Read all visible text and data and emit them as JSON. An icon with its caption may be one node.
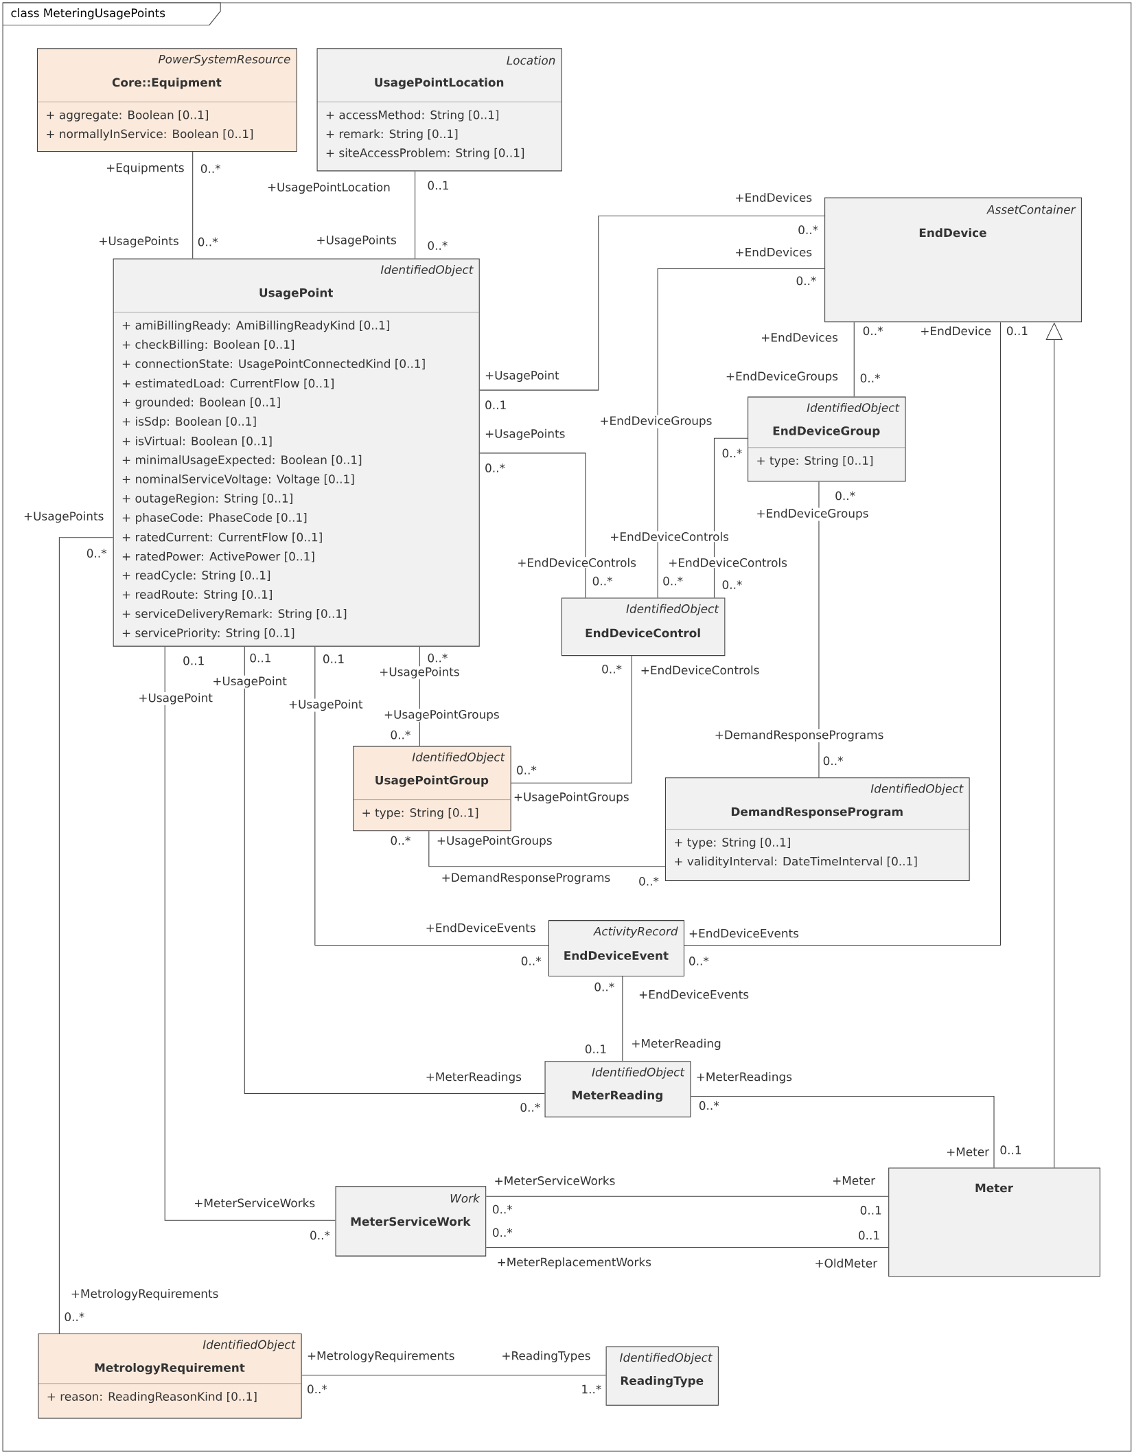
{
  "diagram": {
    "title": "class MeteringUsagePoints",
    "nodes": [
      {
        "text": [
          "PowerSystemResource",
          "Core::Equipment",
          "+ aggregate: Boolean [0..1]",
          "+ normallyInService: Boolean [0..1]"
        ]
      },
      {
        "text": [
          "Location",
          "UsagePointLocation",
          "+ accessMethod: String [0..1]",
          "+ remark: String [0..1]",
          "+ siteAccessProblem: String [0..1]"
        ]
      },
      {
        "text": [
          "AssetContainer",
          "EndDevice"
        ]
      },
      {
        "text": [
          "IdentifiedObject",
          "UsagePoint",
          "+ amiBillingReady: AmiBillingReadyKind [0..1]",
          "+ checkBilling: Boolean [0..1]",
          "+ connectionState: UsagePointConnectedKind [0..1]",
          "+ estimatedLoad: CurrentFlow [0..1]",
          "+ grounded: Boolean [0..1]",
          "+ isSdp: Boolean [0..1]",
          "+ isVirtual: Boolean [0..1]",
          "+ minimalUsageExpected: Boolean [0..1]",
          "+ nominalServiceVoltage: Voltage [0..1]",
          "+ outageRegion: String [0..1]",
          "+ phaseCode: PhaseCode [0..1]",
          "+ ratedCurrent: CurrentFlow [0..1]",
          "+ ratedPower: ActivePower [0..1]",
          "+ readCycle: String [0..1]",
          "+ readRoute: String [0..1]",
          "+ serviceDeliveryRemark: String [0..1]",
          "+ servicePriority: String [0..1]"
        ]
      },
      {
        "text": [
          "IdentifiedObject",
          "EndDeviceGroup",
          "+ type: String [0..1]"
        ]
      },
      {
        "text": [
          "IdentifiedObject",
          "EndDeviceControl"
        ]
      },
      {
        "text": [
          "IdentifiedObject",
          "UsagePointGroup",
          "+ type: String [0..1]"
        ]
      },
      {
        "text": [
          "IdentifiedObject",
          "DemandResponseProgram",
          "+ type: String [0..1]",
          "+ validityInterval: DateTimeInterval [0..1]"
        ]
      },
      {
        "text": [
          "ActivityRecord",
          "EndDeviceEvent"
        ]
      },
      {
        "text": [
          "IdentifiedObject",
          "MeterReading"
        ]
      },
      {
        "text": [
          "Meter"
        ]
      },
      {
        "text": [
          "Work",
          "MeterServiceWork"
        ]
      },
      {
        "text": [
          "IdentifiedObject",
          "MetrologyRequirement",
          "+ reason: ReadingReasonKind [0..1]"
        ]
      },
      {
        "text": [
          "IdentifiedObject",
          "ReadingType"
        ]
      }
    ],
    "edges": [
      {
        "from": 0,
        "to": 3,
        "arrow": "none"
      },
      {
        "from": 1,
        "to": 3,
        "arrow": "none"
      },
      {
        "from": 3,
        "to": 2,
        "arrow": "none"
      },
      {
        "from": 2,
        "to": 5,
        "arrow": "none"
      },
      {
        "from": 2,
        "to": 4,
        "arrow": "none"
      },
      {
        "from": 3,
        "to": 5,
        "arrow": "none"
      },
      {
        "from": 4,
        "to": 5,
        "arrow": "none"
      },
      {
        "from": 4,
        "to": 7,
        "arrow": "none"
      },
      {
        "from": 3,
        "to": 6,
        "arrow": "none"
      },
      {
        "from": 5,
        "to": 6,
        "arrow": "none"
      },
      {
        "from": 6,
        "to": 7,
        "arrow": "none"
      },
      {
        "from": 3,
        "to": 8,
        "arrow": "none"
      },
      {
        "from": 2,
        "to": 8,
        "arrow": "none"
      },
      {
        "from": 8,
        "to": 9,
        "arrow": "none"
      },
      {
        "from": 3,
        "to": 9,
        "arrow": "none"
      },
      {
        "from": 9,
        "to": 10,
        "arrow": "none"
      },
      {
        "from": 10,
        "to": 2,
        "arrow": "to"
      },
      {
        "from": 3,
        "to": 11,
        "arrow": "none"
      },
      {
        "from": 11,
        "to": 10,
        "arrow": "none"
      },
      {
        "from": 11,
        "to": 10,
        "arrow": "none"
      },
      {
        "from": 3,
        "to": 12,
        "arrow": "none"
      },
      {
        "from": 12,
        "to": 13,
        "arrow": "none"
      }
    ],
    "labels": [
      "+Equipments",
      "0..*",
      "+UsagePoints",
      "0..*",
      "+UsagePointLocation",
      "0..1",
      "+UsagePoints",
      "0..*",
      "+EndDevices",
      "0..*",
      "+UsagePoint",
      "0..1",
      "+EndDevices",
      "0..*",
      "+EndDeviceControls",
      "0..*",
      "+EndDevices",
      "0..*",
      "+EndDeviceGroups",
      "0..*",
      "+UsagePoints",
      "0..*",
      "+EndDeviceControls",
      "0..*",
      "+EndDeviceGroups",
      "0..*",
      "+EndDeviceControls",
      "0..*",
      "0..*",
      "+EndDeviceGroups",
      "+DemandResponsePrograms",
      "0..*",
      "0..*",
      "+UsagePoints",
      "+UsagePointGroups",
      "0..*",
      "0..*",
      "+EndDeviceControls",
      "0..*",
      "+UsagePointGroups",
      "0..*",
      "+UsagePointGroups",
      "+DemandResponsePrograms",
      "0..*",
      "0..1",
      "+UsagePoint",
      "+EndDeviceEvents",
      "0..*",
      "+EndDevice",
      "0..1",
      "+EndDeviceEvents",
      "0..*",
      "0..*",
      "+EndDeviceEvents",
      "0..1",
      "+MeterReading",
      "0..1",
      "+UsagePoint",
      "+MeterReadings",
      "0..*",
      "+MeterReadings",
      "0..*",
      "+Meter",
      "0..1",
      "0..1",
      "+UsagePoint",
      "+MeterServiceWorks",
      "0..*",
      "+MeterServiceWorks",
      "0..*",
      "+Meter",
      "0..1",
      "0..*",
      "+MeterReplacementWorks",
      "0..1",
      "+OldMeter",
      "+UsagePoints",
      "0..*",
      "+MetrologyRequirements",
      "0..*",
      "+MetrologyRequirements",
      "0..*",
      "+ReadingTypes",
      "1..*"
    ]
  }
}
